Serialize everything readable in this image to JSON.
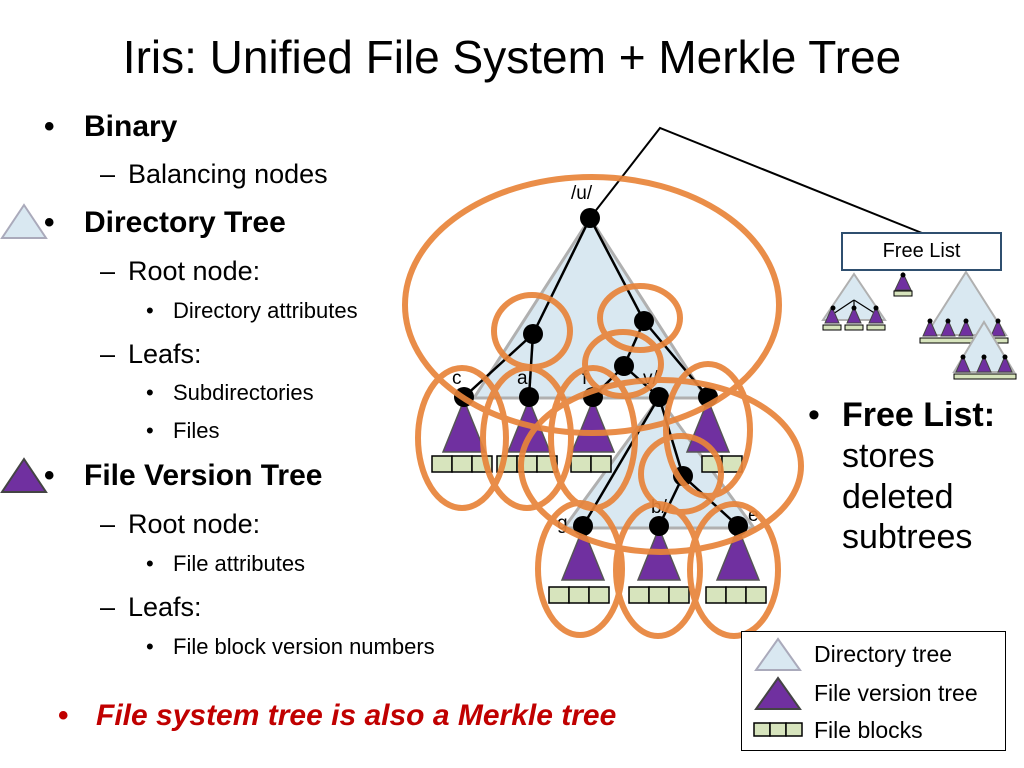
{
  "slide": {
    "title": "Iris: Unified File System + Merkle Tree"
  },
  "bullets": {
    "binary": {
      "label": "Binary",
      "sub": "Balancing nodes"
    },
    "directory_tree": {
      "label": "Directory Tree",
      "root": "Root node:",
      "root_items": [
        "Directory attributes"
      ],
      "leafs": "Leafs:",
      "leaf_items": [
        "Subdirectories",
        "Files"
      ]
    },
    "file_version_tree": {
      "label": "File Version Tree",
      "root": "Root node:",
      "root_items": [
        "File attributes"
      ],
      "leafs": "Leafs:",
      "leaf_items": [
        "File block version numbers"
      ]
    },
    "footer": "File system tree is also a Merkle tree"
  },
  "free_list": {
    "box_label": "Free List",
    "description_bold": "Free List:",
    "description_rest": [
      "stores",
      "deleted",
      "subtrees"
    ]
  },
  "tree_labels": {
    "root": "/u/",
    "c": "c",
    "a": "a",
    "f": "f",
    "v": "v/",
    "g": "g",
    "b": "b/",
    "e": "e"
  },
  "legend": {
    "items": [
      "Directory tree",
      "File version tree",
      "File blocks"
    ]
  },
  "colors": {
    "directory_fill": "#d9e8f1",
    "file_version_fill": "#7030a0",
    "file_block_fill": "#d7e4bd",
    "highlight_oval": "#e8843a",
    "footer_text": "#c00000"
  }
}
